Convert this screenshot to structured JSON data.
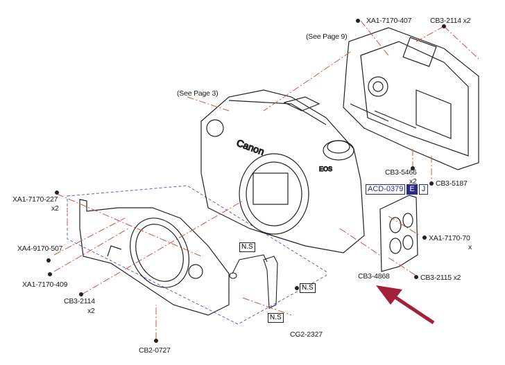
{
  "labels": {
    "xa1_7170_407": "XA1-7170-407",
    "cb3_2114_top": "CB3-2114 x2",
    "see_page_9": "(See Page 9)",
    "see_page_3": "(See Page 3)",
    "cb3_5466": "CB3-5466",
    "cb3_5466_qty": "x2",
    "cb3_5187": "CB3-5187",
    "acd_code": "ACD-0379",
    "acd_e": "E",
    "acd_j": "J",
    "xa1_7170_227": "XA1-7170-227",
    "xa1_7170_227_qty": "x2",
    "xa4_9170_507": "XA4-9170-507",
    "xa1_7170_70": "XA1-7170-70",
    "xa1_7170_70_qty": "x",
    "cb3_4868": "CB3-4868",
    "cb3_2115": "CB3-2115 x2",
    "xa1_7170_409": "XA1-7170-409",
    "cb3_2114_left": "CB3-2114",
    "cb3_2114_left_qty": "x2",
    "ns1": "N.S",
    "ns2": "N.S",
    "ns3": "N.S",
    "cg2_2327": "CG2-2327",
    "cb2_0727": "CB2-0727"
  },
  "colors": {
    "leader": "#d0504a",
    "dashed_box": "#5a64b4",
    "arrow": "#a3203a",
    "acd": "#2a2a8a"
  }
}
